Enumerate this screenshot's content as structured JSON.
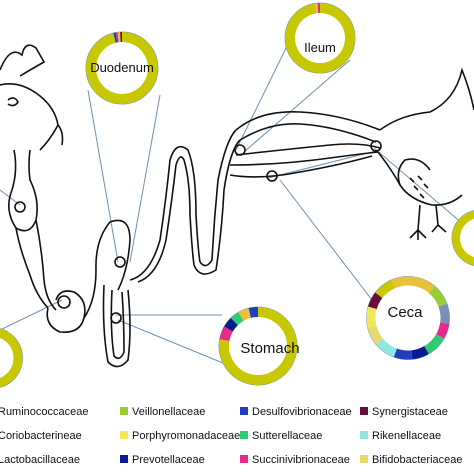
{
  "organs": {
    "duodenum": {
      "label": "Duodenum"
    },
    "ileum": {
      "label": "Ileum"
    },
    "ceca": {
      "label": "Ceca"
    },
    "stomach": {
      "label": "Stomach"
    }
  },
  "legend": [
    {
      "label": "Ruminococcaceae",
      "color": "#e8c23a",
      "visible_text": "Ruminococcaceae"
    },
    {
      "label": "Veillonellaceae",
      "color": "#9acd32"
    },
    {
      "label": "Desulfovibrionaceae",
      "color": "#1f3fbf"
    },
    {
      "label": "Synergistaceae",
      "color": "#6a0d3a"
    },
    {
      "label": "Coriobacterineae",
      "color": "#7a8fb8",
      "visible_text": "Coriobacterineae"
    },
    {
      "label": "Porphyromonadaceae",
      "color": "#f2e85a"
    },
    {
      "label": "Sutterellaceae",
      "color": "#2ecc71"
    },
    {
      "label": "Rikenellaceae",
      "color": "#8ee8e0"
    },
    {
      "label": "Lactobacillaceae",
      "color": "#c8c800",
      "visible_text": "Lactobacillaceae"
    },
    {
      "label": "Prevotellaceae",
      "color": "#0a1a8f"
    },
    {
      "label": "Succinivibrionaceae",
      "color": "#e8288c"
    },
    {
      "label": "Bifidobacteriaceae",
      "color": "#e8d870"
    }
  ],
  "colors": {
    "dominant": "#c8c800",
    "outline": "#111111",
    "connector": "#6f8fb0"
  }
}
